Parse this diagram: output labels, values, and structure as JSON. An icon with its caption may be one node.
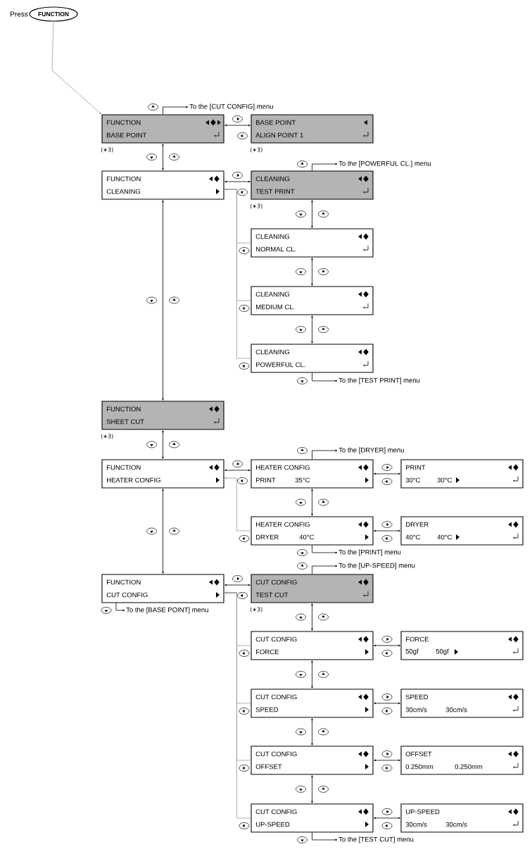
{
  "diagram": {
    "nodes": [
      {
        "text": [
          "FUNCTION"
        ],
        "beside": [
          "Press"
        ]
      },
      {
        "text": [
          "FUNCTION",
          "BASE POINT"
        ],
        "beside": [
          "(∗3)"
        ]
      },
      {
        "text": [
          "BASE POINT",
          "ALIGN POINT 1"
        ],
        "beside": [
          "(∗3)"
        ]
      },
      {
        "text": [
          "FUNCTION",
          "CLEANING"
        ]
      },
      {
        "text": [
          "CLEANING",
          "TEST PRINT"
        ],
        "beside": [
          "(∗3)"
        ]
      },
      {
        "text": [
          "CLEANING",
          "NORMAL CL."
        ]
      },
      {
        "text": [
          "CLEANING",
          "MEDIUM CL."
        ]
      },
      {
        "text": [
          "CLEANING",
          "POWERFUL CL."
        ]
      },
      {
        "text": [
          "FUNCTION",
          "SHEET CUT"
        ],
        "beside": [
          "(∗3)"
        ]
      },
      {
        "text": [
          "FUNCTION",
          "HEATER CONFIG"
        ]
      },
      {
        "text": [
          "HEATER CONFIG",
          "PRINT",
          "35°C"
        ]
      },
      {
        "text": [
          "PRINT",
          "30°C",
          "30°C"
        ]
      },
      {
        "text": [
          "HEATER CONFIG",
          "DRYER",
          "40°C"
        ]
      },
      {
        "text": [
          "DRYER",
          "40°C",
          "40°C"
        ]
      },
      {
        "text": [
          "FUNCTION",
          "CUT CONFIG"
        ]
      },
      {
        "text": [
          "CUT CONFIG",
          "TEST CUT"
        ],
        "beside": [
          "(∗3)"
        ]
      },
      {
        "text": [
          "CUT CONFIG",
          "FORCE"
        ]
      },
      {
        "text": [
          "FORCE",
          "50gf",
          "50gf"
        ]
      },
      {
        "text": [
          "CUT CONFIG",
          "SPEED"
        ]
      },
      {
        "text": [
          "SPEED",
          "30cm/s",
          "30cm/s"
        ]
      },
      {
        "text": [
          "CUT CONFIG",
          "OFFSET"
        ]
      },
      {
        "text": [
          "OFFSET",
          "0.250mm",
          "0.250mm"
        ]
      },
      {
        "text": [
          "CUT CONFIG",
          "UP-SPEED"
        ]
      },
      {
        "text": [
          "UP-SPEED",
          "30cm/s",
          "30cm/s"
        ]
      },
      {
        "text": [
          "To the [CUT CONFIG] menu"
        ]
      },
      {
        "text": [
          "To the [POWERFUL CL.] menu"
        ]
      },
      {
        "text": [
          "To the [TEST PRINT] menu"
        ]
      },
      {
        "text": [
          "To the [DRYER] menu"
        ]
      },
      {
        "text": [
          "To the [PRINT] menu"
        ]
      },
      {
        "text": [
          "To the [UP-SPEED] menu"
        ]
      },
      {
        "text": [
          "To the [BASE POINT] menu"
        ]
      },
      {
        "text": [
          "To the [TEST CUT] menu"
        ]
      }
    ],
    "edges": [
      {
        "from": 0,
        "to": 1,
        "arrow": "to",
        "color": "#999999"
      },
      {
        "from": 1,
        "to": 2,
        "arrow": "both"
      },
      {
        "from": 1,
        "to": 3,
        "arrow": "both"
      },
      {
        "from": 3,
        "to": 4,
        "arrow": "both"
      },
      {
        "from": 4,
        "to": 5,
        "arrow": "both"
      },
      {
        "from": 5,
        "to": 6,
        "arrow": "both"
      },
      {
        "from": 6,
        "to": 7,
        "arrow": "both"
      },
      {
        "from": 5,
        "to": 3,
        "arrow": "to",
        "color": "#999999"
      },
      {
        "from": 6,
        "to": 3,
        "arrow": "to",
        "color": "#999999"
      },
      {
        "from": 7,
        "to": 3,
        "arrow": "to",
        "color": "#999999"
      },
      {
        "from": 3,
        "to": 8,
        "arrow": "both"
      },
      {
        "from": 8,
        "to": 9,
        "arrow": "both"
      },
      {
        "from": 9,
        "to": 10,
        "arrow": "both"
      },
      {
        "from": 10,
        "to": 11,
        "arrow": "both"
      },
      {
        "from": 10,
        "to": 12,
        "arrow": "both"
      },
      {
        "from": 12,
        "to": 13,
        "arrow": "both"
      },
      {
        "from": 12,
        "to": 9,
        "arrow": "to",
        "color": "#999999"
      },
      {
        "from": 9,
        "to": 14,
        "arrow": "both"
      },
      {
        "from": 14,
        "to": 15,
        "arrow": "both"
      },
      {
        "from": 15,
        "to": 16,
        "arrow": "both"
      },
      {
        "from": 16,
        "to": 17,
        "arrow": "both"
      },
      {
        "from": 16,
        "to": 18,
        "arrow": "both"
      },
      {
        "from": 18,
        "to": 19,
        "arrow": "both"
      },
      {
        "from": 18,
        "to": 20,
        "arrow": "both"
      },
      {
        "from": 20,
        "to": 21,
        "arrow": "both"
      },
      {
        "from": 20,
        "to": 22,
        "arrow": "both"
      },
      {
        "from": 22,
        "to": 23,
        "arrow": "both"
      },
      {
        "from": 16,
        "to": 14,
        "arrow": "to",
        "color": "#999999"
      },
      {
        "from": 18,
        "to": 14,
        "arrow": "to",
        "color": "#999999"
      },
      {
        "from": 20,
        "to": 14,
        "arrow": "to",
        "color": "#999999"
      },
      {
        "from": 22,
        "to": 14,
        "arrow": "to",
        "color": "#999999"
      },
      {
        "from": 1,
        "to": 24,
        "arrow": "to"
      },
      {
        "from": 4,
        "to": 25,
        "arrow": "to"
      },
      {
        "from": 7,
        "to": 26,
        "arrow": "to"
      },
      {
        "from": 10,
        "to": 27,
        "arrow": "to"
      },
      {
        "from": 12,
        "to": 28,
        "arrow": "to"
      },
      {
        "from": 15,
        "to": 29,
        "arrow": "to"
      },
      {
        "from": 14,
        "to": 30,
        "arrow": "to"
      },
      {
        "from": 22,
        "to": 31,
        "arrow": "to"
      }
    ]
  }
}
